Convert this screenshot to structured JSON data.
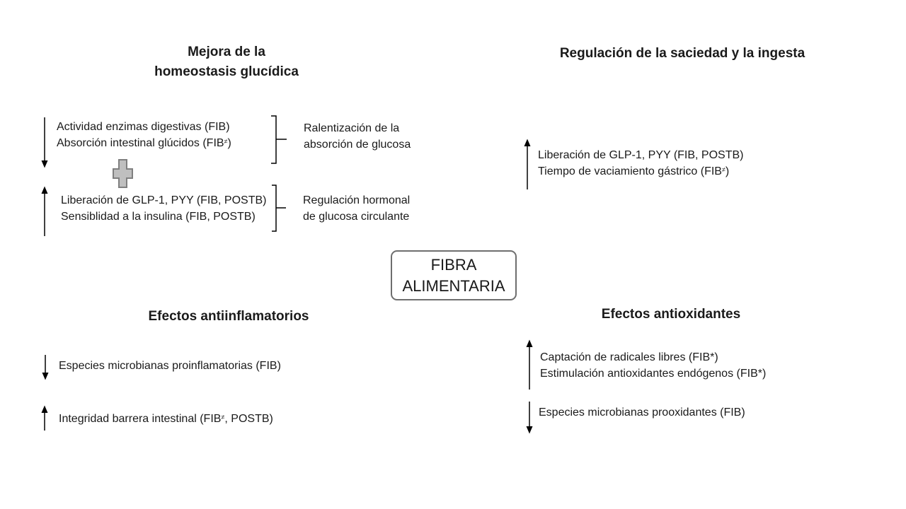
{
  "center": {
    "line1": "FIBRA",
    "line2": "ALIMENTARIA"
  },
  "glucose": {
    "title_line1": "Mejora de la",
    "title_line2": "homeostasis glucídica",
    "group1": {
      "item1": "Actividad enzimas digestivas (FIB)",
      "item2_prefix": "Absorción intestinal glúcidos (FIB",
      "item2_sup": "≠",
      "item2_suffix": ")",
      "outcome_line1": "Ralentización de la",
      "outcome_line2": "absorción de glucosa"
    },
    "group2": {
      "item1": "Liberación de GLP-1, PYY (FIB, POSTB)",
      "item2": "Sensiblidad a la insulina (FIB, POSTB)",
      "outcome_line1": "Regulación hormonal",
      "outcome_line2": "de glucosa circulante"
    }
  },
  "satiety": {
    "title": "Regulación de la saciedad y la ingesta",
    "item1": "Liberación de GLP-1, PYY (FIB, POSTB)",
    "item2_prefix": "Tiempo de vaciamiento gástrico (FIB",
    "item2_sup": "≠",
    "item2_suffix": ")"
  },
  "antiinflammatory": {
    "title": "Efectos antiinflamatorios",
    "item_down": "Especies microbianas proinflamatorias (FIB)",
    "item_up_prefix": "Integridad barrera intestinal (FIB",
    "item_up_sup": "≠",
    "item_up_suffix": ", POSTB)"
  },
  "antioxidant": {
    "title": "Efectos antioxidantes",
    "item1": "Captación de radicales libres (FIB*)",
    "item2": "Estimulación antioxidantes endógenos (FIB*)",
    "item_down": "Especies microbianas prooxidantes (FIB)"
  },
  "colors": {
    "plus_fill": "#bfbfbf",
    "plus_stroke": "#7f7f7f",
    "box_border": "#6e6e6e"
  }
}
